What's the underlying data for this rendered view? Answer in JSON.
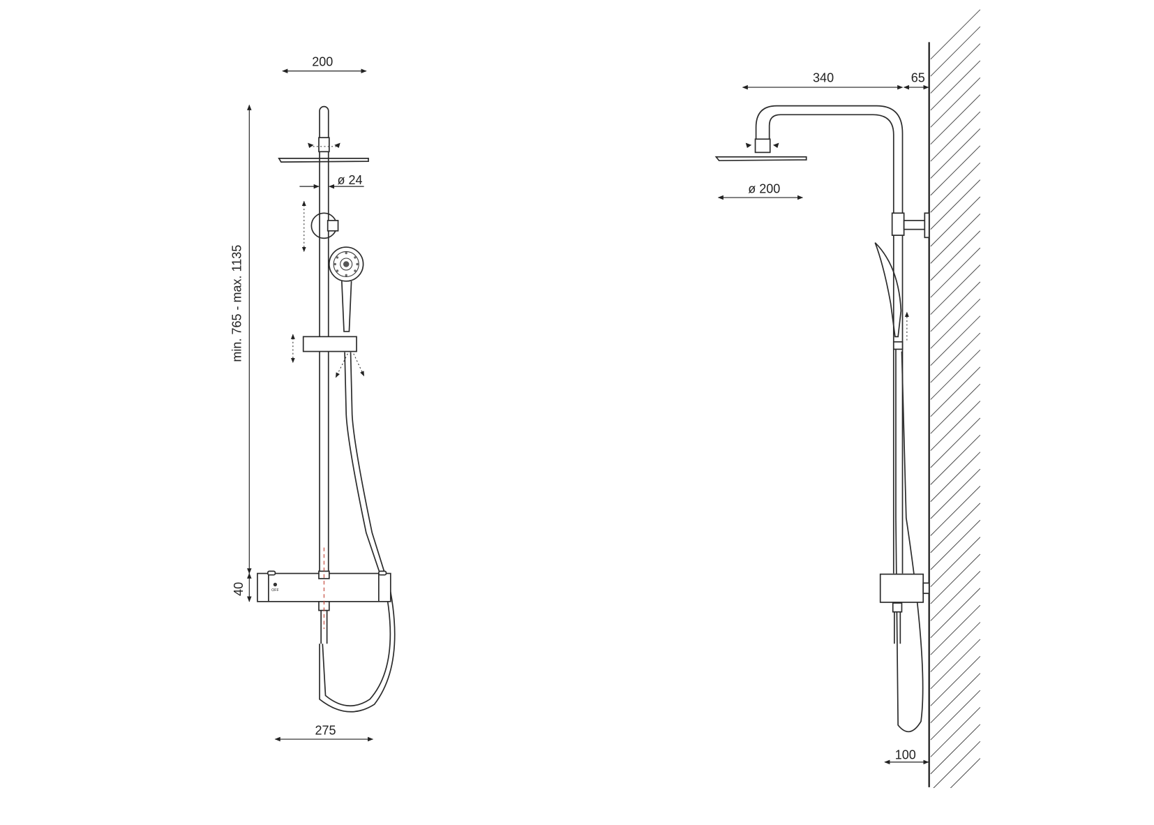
{
  "front_view": {
    "dims": {
      "head_width": "200",
      "rod_diameter": "ø 24",
      "height_range": "min. 765 - max. 1135",
      "thermostat_height": "40",
      "thermostat_width": "275"
    },
    "thermostat_label": "OFF"
  },
  "side_view": {
    "dims": {
      "arm_reach": "340",
      "wall_offset": "65",
      "head_diameter": "ø 200",
      "bottom_offset": "100"
    }
  }
}
